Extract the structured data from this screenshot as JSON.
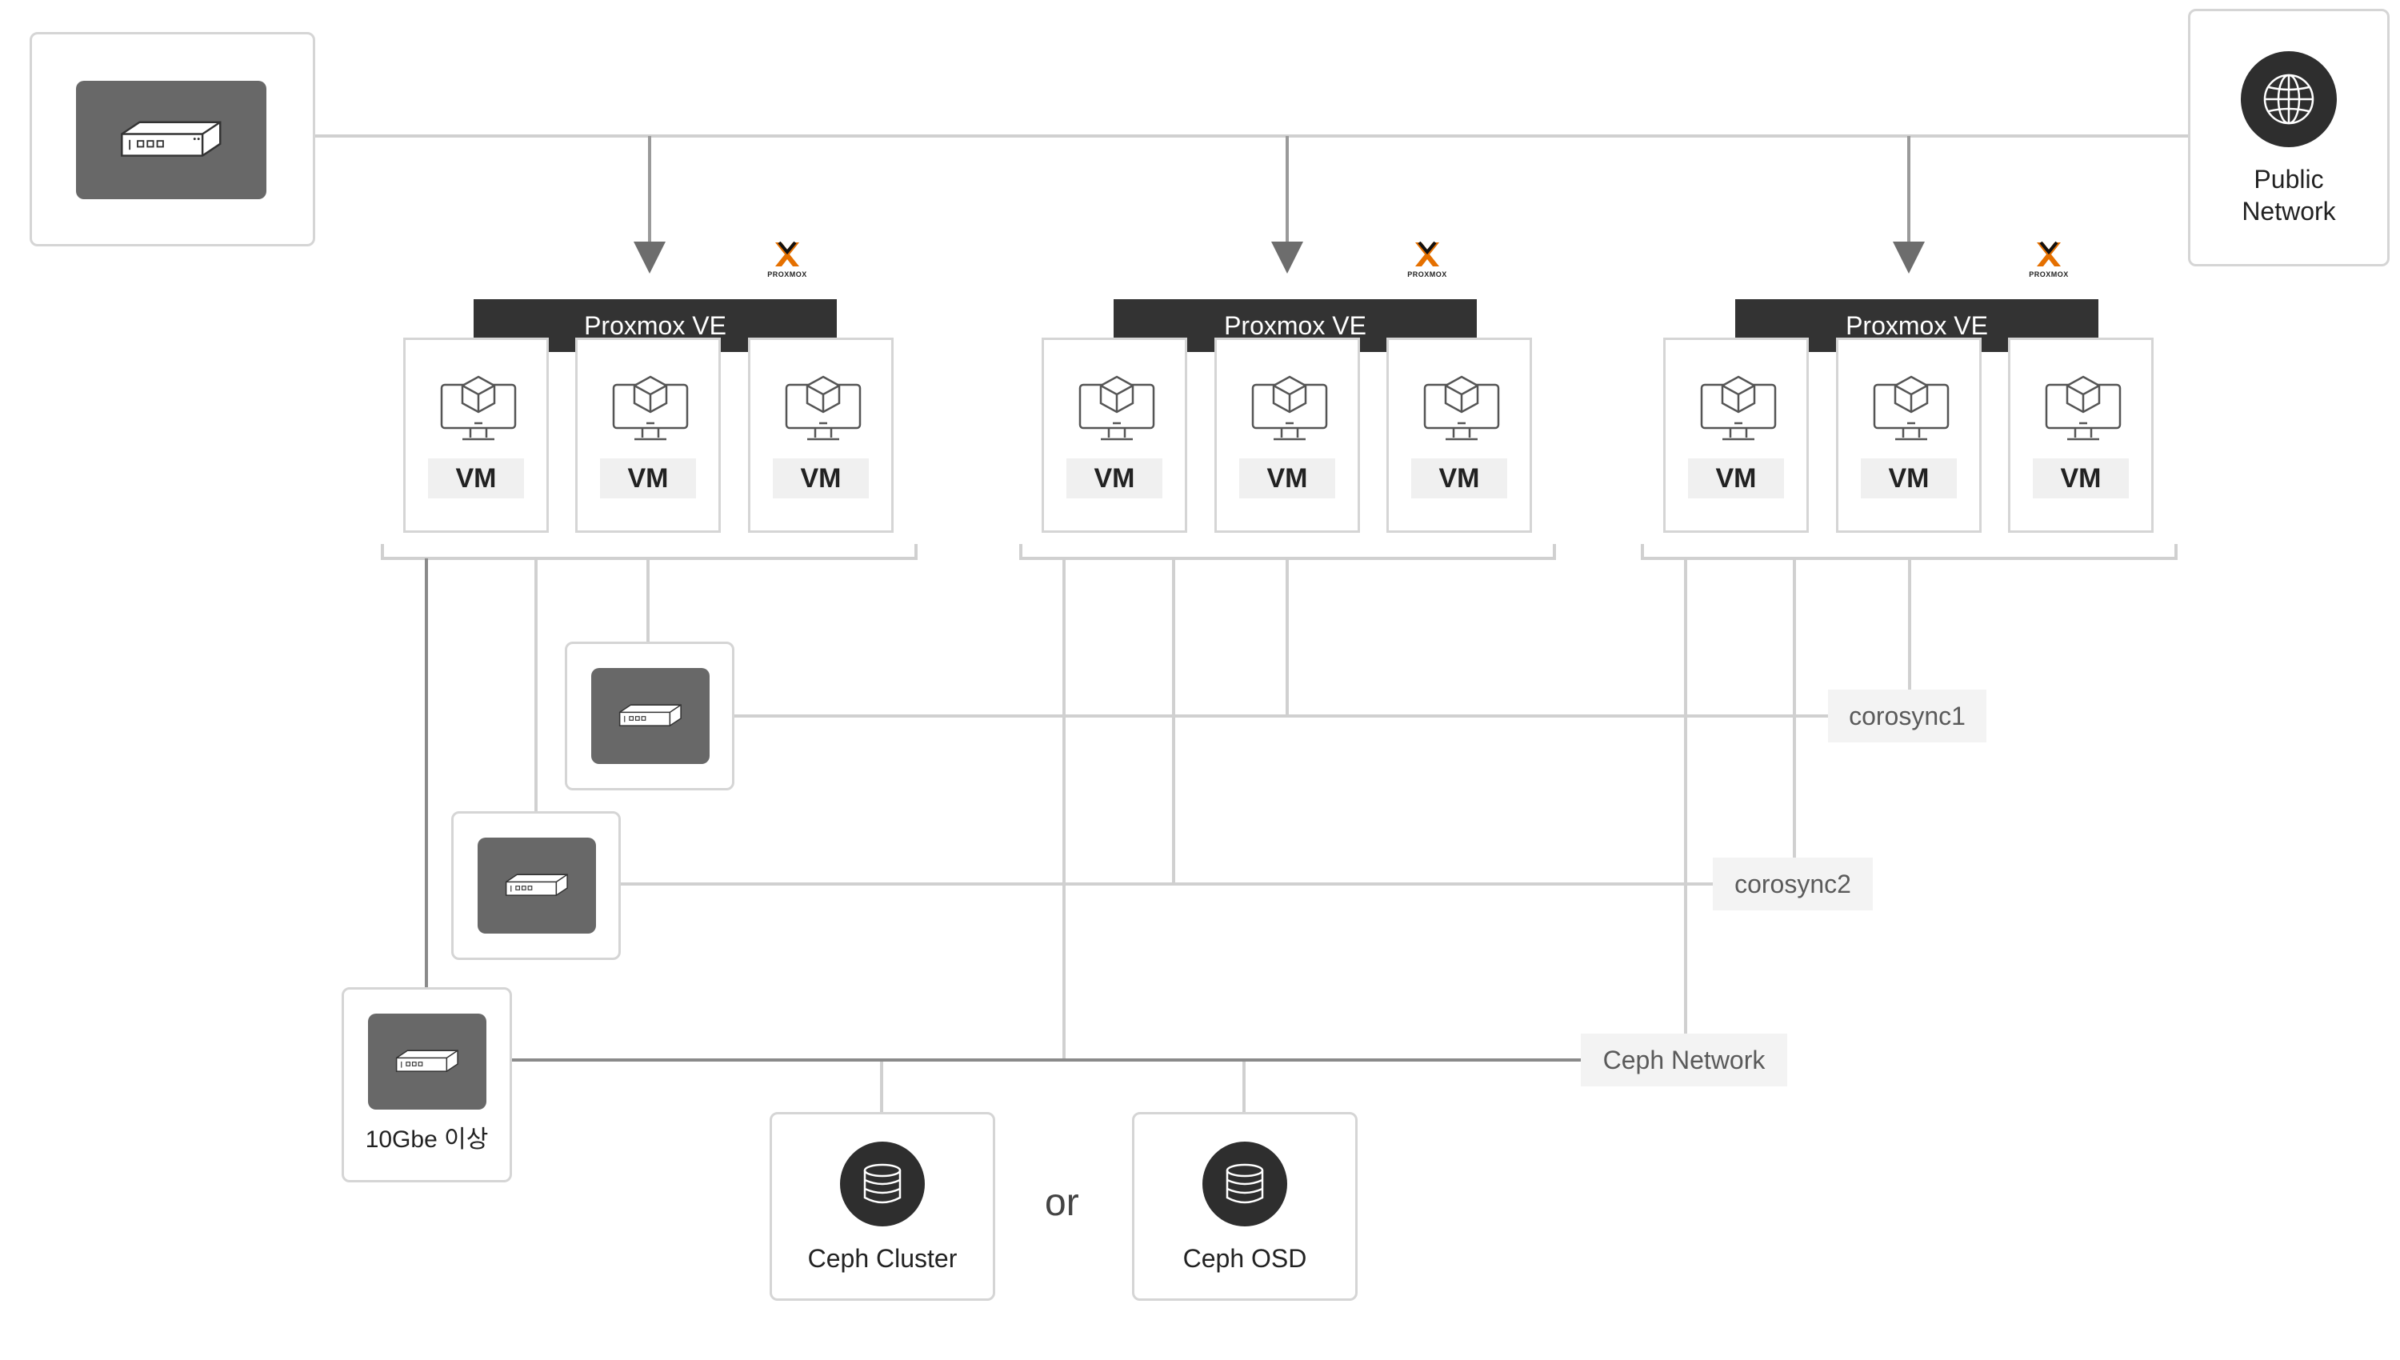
{
  "diagram": {
    "public_network": {
      "label": "Public\nNetwork",
      "icon": "globe-icon"
    },
    "nodes": [
      {
        "hypervisor": "Proxmox VE",
        "logo_text": "PROXMOX",
        "vms": [
          "VM",
          "VM",
          "VM"
        ]
      },
      {
        "hypervisor": "Proxmox VE",
        "logo_text": "PROXMOX",
        "vms": [
          "VM",
          "VM",
          "VM"
        ]
      },
      {
        "hypervisor": "Proxmox VE",
        "logo_text": "PROXMOX",
        "vms": [
          "VM",
          "VM",
          "VM"
        ]
      }
    ],
    "networks": {
      "corosync1": "corosync1",
      "corosync2": "corosync2",
      "ceph": "Ceph Network"
    },
    "switch_10g": {
      "label": "10Gbe 이상"
    },
    "storage": {
      "ceph_cluster": "Ceph Cluster",
      "ceph_osd": "Ceph OSD",
      "or": "or"
    },
    "colors": {
      "line": "#d0d0d0",
      "dark_line": "#8a8a8a",
      "switch": "#686868",
      "header": "#333333",
      "accent": "#e57000"
    }
  }
}
